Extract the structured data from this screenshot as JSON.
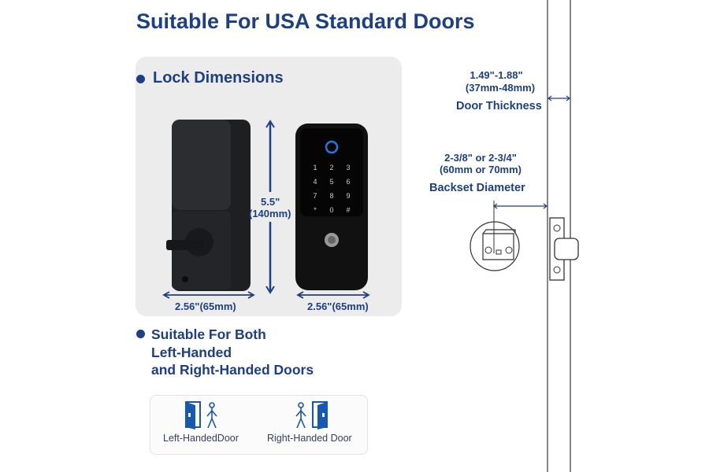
{
  "title": "Suitable For USA Standard Doors",
  "lock_dimensions": {
    "heading": "Lock Dimensions",
    "height_in": "5.5\"",
    "height_mm": "(140mm)",
    "back_width": "2.56\"(65mm)",
    "front_width": "2.56\"(65mm)",
    "keypad_keys": [
      "1",
      "2",
      "3",
      "4",
      "5",
      "6",
      "7",
      "8",
      "9",
      "*",
      "0",
      "#"
    ]
  },
  "handedness": {
    "lines": [
      "Suitable For Both",
      "Left-Handed",
      "and Right-Handed Doors"
    ],
    "left_label": "Left-HandedDoor",
    "right_label": "Right-Handed Door"
  },
  "door": {
    "thickness_in": "1.49\"-1.88\"",
    "thickness_mm": "(37mm-48mm)",
    "thickness_label": "Door Thickness",
    "backset_in": "2-3/8\" or 2-3/4\"",
    "backset_mm": "(60mm or 70mm)",
    "backset_label": "Backset Diameter"
  },
  "colors": {
    "accent": "#1d3f85",
    "icon_blue": "#1559b0",
    "panel": "#ececec"
  }
}
